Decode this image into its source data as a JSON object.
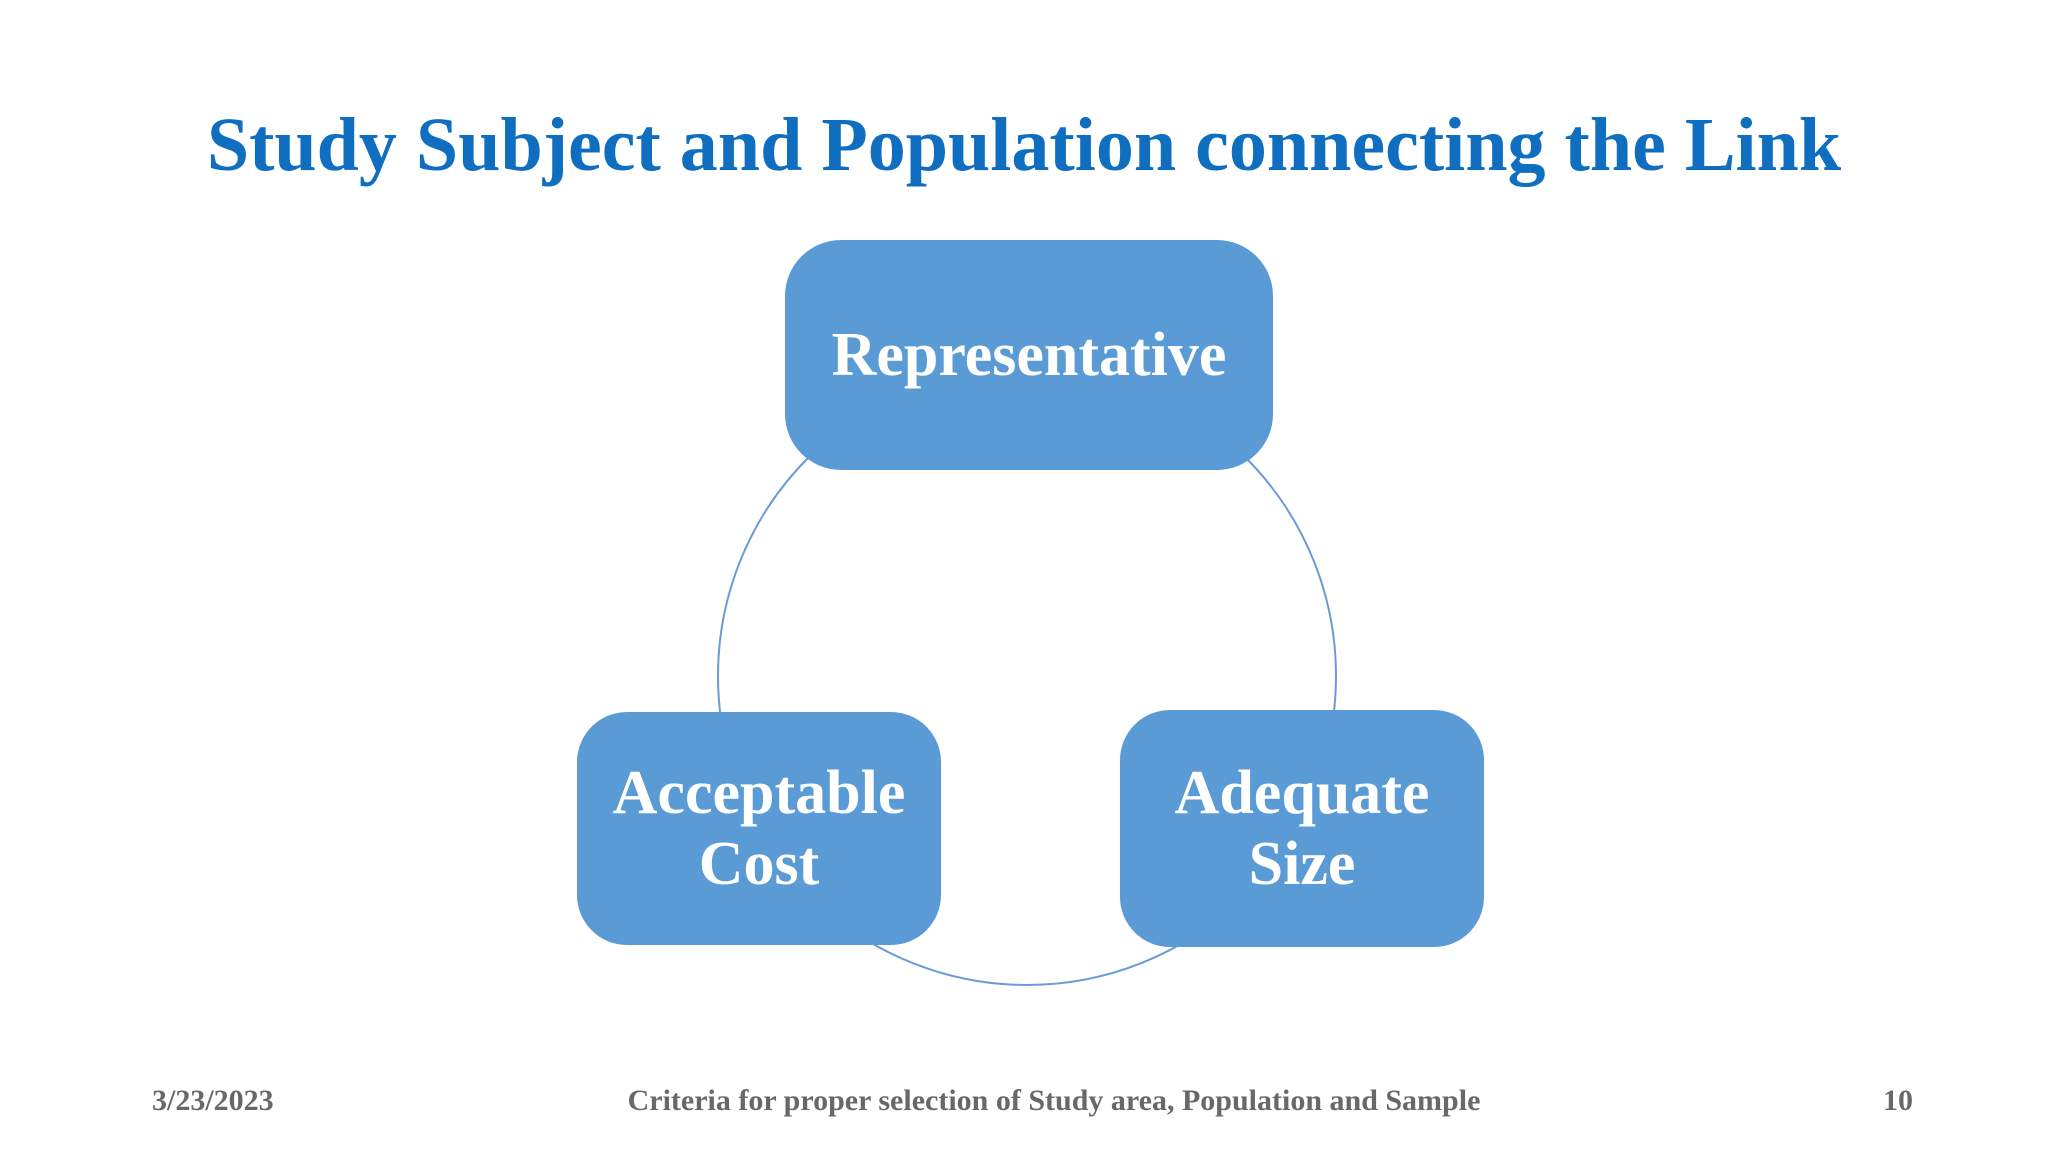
{
  "slide": {
    "title": "Study Subject and Population connecting the Link",
    "diagram": {
      "type": "cycle",
      "connector": "circle",
      "nodes": [
        {
          "id": "top",
          "label": "Representative"
        },
        {
          "id": "bottom-left",
          "label": "Acceptable Cost"
        },
        {
          "id": "bottom-right",
          "label": "Adequate Size"
        }
      ]
    },
    "footer": {
      "date": "3/23/2023",
      "text": "Criteria for proper selection of Study area, Population and Sample",
      "page_number": "10"
    },
    "colors": {
      "background": "#ffffff",
      "title_text": "#0f6ec0",
      "node_fill": "#5b9bd5",
      "node_text": "#ffffff",
      "circle_stroke": "#6b9bd7",
      "footer_text": "#686868"
    }
  }
}
